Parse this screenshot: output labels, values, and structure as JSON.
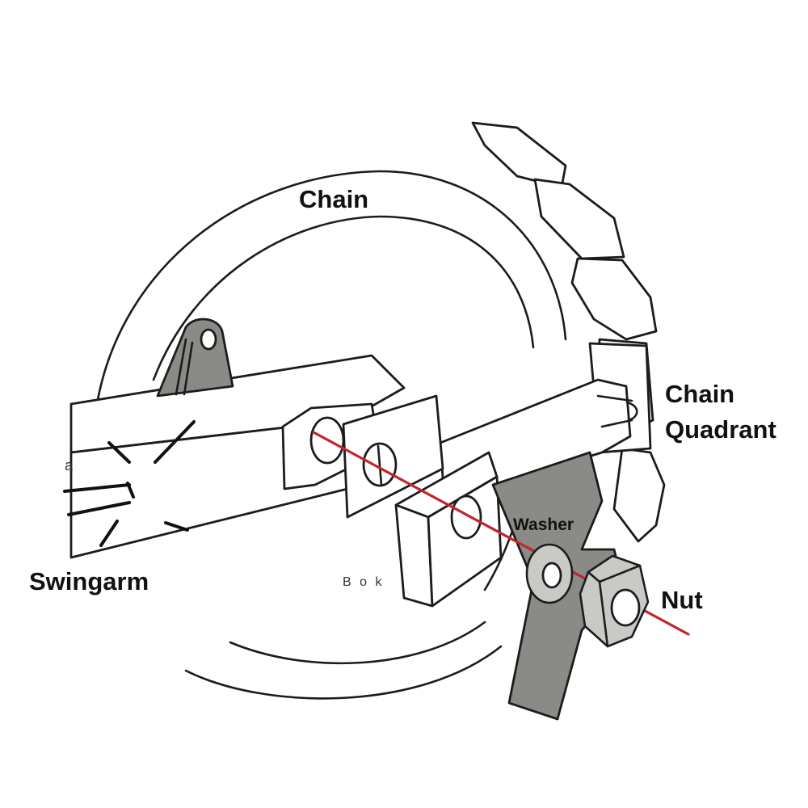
{
  "labels": {
    "chain": "Chain",
    "chain_quadrant_line1": "Chain",
    "chain_quadrant_line2": "Quadrant",
    "washer": "Washer",
    "nut": "Nut",
    "swingarm": "Swingarm",
    "marking_a": "a",
    "marking_bok": "B o k"
  },
  "colors": {
    "axle_line": "#c0262d",
    "ink": "#1c1c1c",
    "metal_grey": "#8a8a86"
  }
}
